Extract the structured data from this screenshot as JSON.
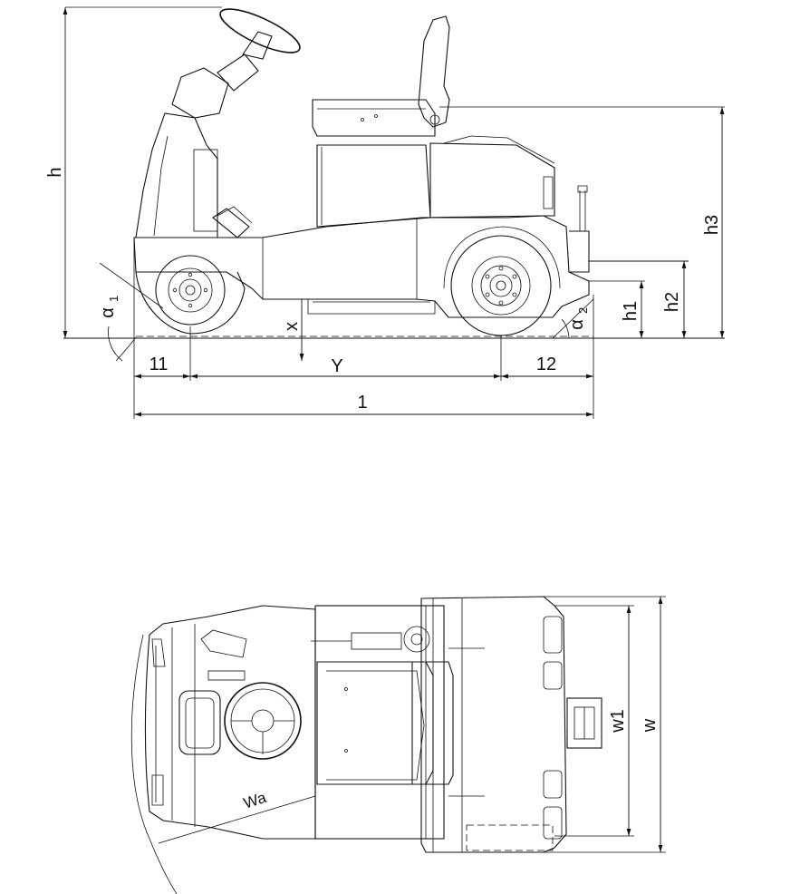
{
  "side_view": {
    "labels": {
      "h": "h",
      "h1": "h1",
      "h2": "h2",
      "h3": "h3",
      "x": "x",
      "l1": "11",
      "y": "Y",
      "l2": "12",
      "l": "1",
      "alpha1_greek": "α",
      "alpha1_sub": "1",
      "alpha2_greek": "α",
      "alpha2_sub": "2"
    }
  },
  "top_view": {
    "labels": {
      "wa": "Wa",
      "w1": "w1",
      "w": "w"
    }
  }
}
